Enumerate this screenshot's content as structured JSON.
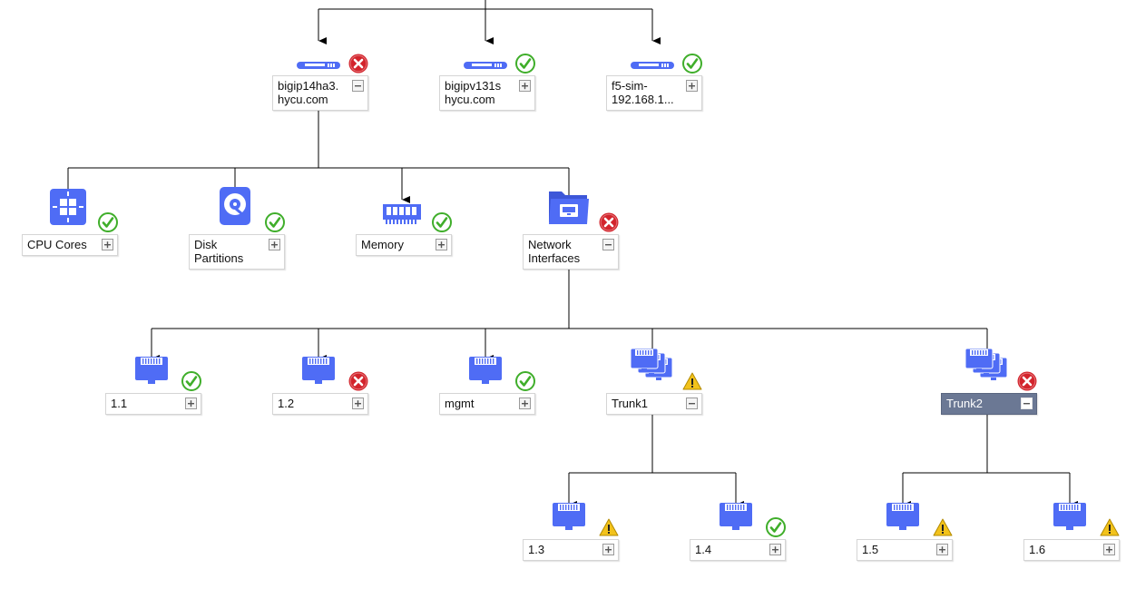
{
  "colors": {
    "icon_blue": "#4f6cf5",
    "status_ok": "#3fae2a",
    "status_error": "#d3242c",
    "status_warning": "#f2c21b",
    "selected_label_bg": "#6b7894",
    "edge": "#000000"
  },
  "nodes": {
    "bigip14ha3": {
      "label": "bigip14ha3.\nhycu.com",
      "icon": "server-device-icon",
      "status": "error",
      "expanded": true
    },
    "bigipv131s": {
      "label": "bigipv131s\nhycu.com",
      "icon": "server-device-icon",
      "status": "ok",
      "expanded": false
    },
    "f5sim": {
      "label": "f5-sim-\n192.168.1...",
      "icon": "server-device-icon",
      "status": "ok",
      "expanded": false
    },
    "cpu_cores": {
      "label": "CPU Cores",
      "icon": "cpu-icon",
      "status": "ok",
      "expanded": false
    },
    "disk_partitions": {
      "label": "Disk\nPartitions",
      "icon": "disk-icon",
      "status": "ok",
      "expanded": false
    },
    "memory": {
      "label": "Memory",
      "icon": "memory-icon",
      "status": "ok",
      "expanded": false
    },
    "network_interfaces": {
      "label": "Network\nInterfaces",
      "icon": "network-folder-icon",
      "status": "error",
      "expanded": true
    },
    "if_1_1": {
      "label": "1.1",
      "icon": "ethernet-port-icon",
      "status": "ok",
      "expanded": false
    },
    "if_1_2": {
      "label": "1.2",
      "icon": "ethernet-port-icon",
      "status": "error",
      "expanded": false
    },
    "if_mgmt": {
      "label": "mgmt",
      "icon": "ethernet-port-icon",
      "status": "ok",
      "expanded": false
    },
    "trunk1": {
      "label": "Trunk1",
      "icon": "trunk-icon",
      "status": "warning",
      "expanded": true
    },
    "trunk2": {
      "label": "Trunk2",
      "icon": "trunk-icon",
      "status": "error",
      "expanded": true,
      "selected": true
    },
    "if_1_3": {
      "label": "1.3",
      "icon": "ethernet-port-icon",
      "status": "warning",
      "expanded": false
    },
    "if_1_4": {
      "label": "1.4",
      "icon": "ethernet-port-icon",
      "status": "ok",
      "expanded": false
    },
    "if_1_5": {
      "label": "1.5",
      "icon": "ethernet-port-icon",
      "status": "warning",
      "expanded": false
    },
    "if_1_6": {
      "label": "1.6",
      "icon": "ethernet-port-icon",
      "status": "warning",
      "expanded": false
    }
  }
}
